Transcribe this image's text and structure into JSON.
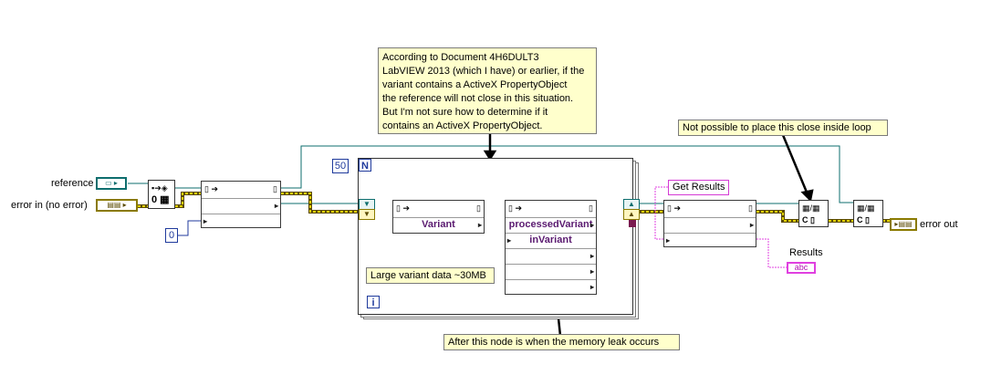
{
  "controls": {
    "reference_label": "reference",
    "error_in_label": "error in (no error)",
    "error_out_label": "error out",
    "results_label": "Results"
  },
  "constants": {
    "zero": "0",
    "loop_count": "50",
    "loop_count_terminal": "N",
    "loop_index_terminal": "i",
    "get_results": "Get Results"
  },
  "nodes": {
    "variant_node_row": "Variant",
    "processed_variant_row": "processedVariant",
    "in_variant_row": "inVariant",
    "results_indicator_glyph": "abc"
  },
  "comments": {
    "document_note": "According to Document 4H6DULT3\nLabVIEW 2013 (which I have) or earlier, if the\nvariant contains a ActiveX PropertyObject\nthe reference will not close in this situation.\nBut I'm not sure how to determine if it\ncontains an ActiveX PropertyObject.",
    "close_note": "Not possible to place this close inside loop",
    "variant_note": "Large variant data ~30MB",
    "leak_note": "After this node is when the memory leak occurs"
  },
  "colors": {
    "refnum_wire": "#0e6e6e",
    "error_wire": "#c8b400",
    "error_wire_dark": "#5a4a00",
    "variant_wire": "#7a1a4f",
    "string_wire": "#e040e0",
    "numeric_wire": "#1f3a9c",
    "note_bg": "#ffffcc"
  }
}
